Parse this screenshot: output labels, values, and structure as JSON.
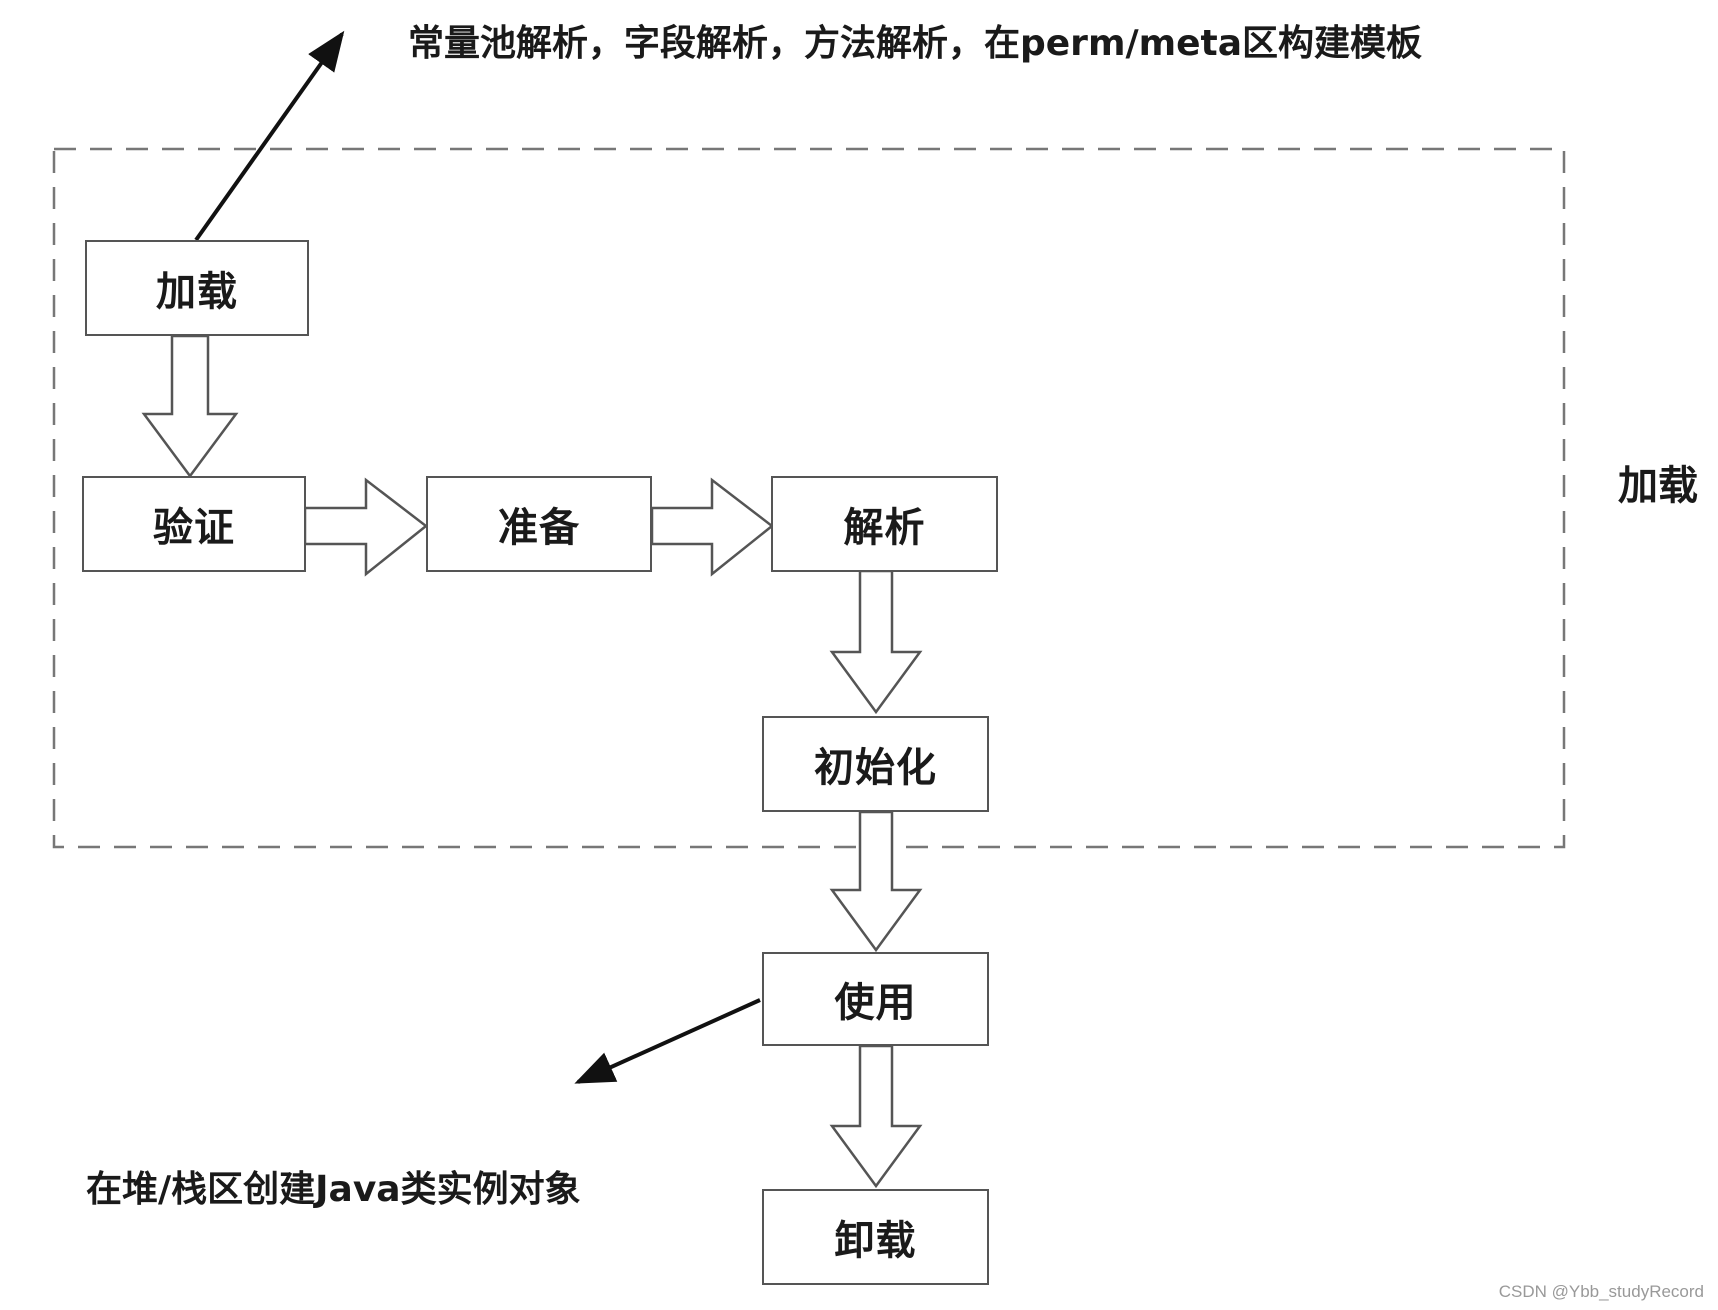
{
  "stages": {
    "loading": "加载",
    "verification": "验证",
    "preparation": "准备",
    "resolution": "解析",
    "initialization": "初始化",
    "using": "使用",
    "unloading": "卸载"
  },
  "annotations": {
    "top": "常量池解析，字段解析，方法解析，在perm/meta区构建模板",
    "bottom": "在堆/栈区创建Java类实例对象"
  },
  "group_label": "加载",
  "watermark": "CSDN @Ybb_studyRecord",
  "colors": {
    "stroke": "#555555",
    "text": "#1a1a1a",
    "dashed_border": "#777777",
    "watermark": "#999999"
  }
}
